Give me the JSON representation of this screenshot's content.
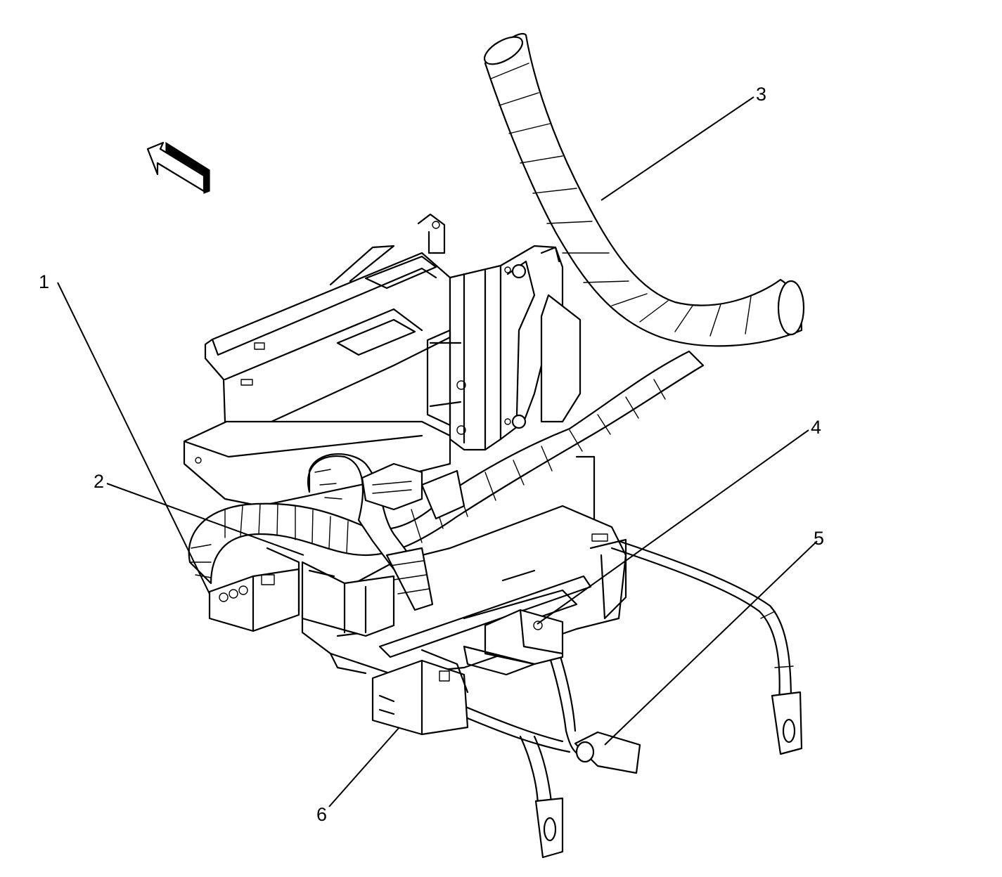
{
  "colors": {
    "ink": "#000000",
    "paper": "#ffffff"
  },
  "icons": {
    "direction_arrow": "forward-arrow-icon"
  },
  "callouts": [
    {
      "number": "1"
    },
    {
      "number": "2"
    },
    {
      "number": "3"
    },
    {
      "number": "4"
    },
    {
      "number": "5"
    },
    {
      "number": "6"
    }
  ]
}
